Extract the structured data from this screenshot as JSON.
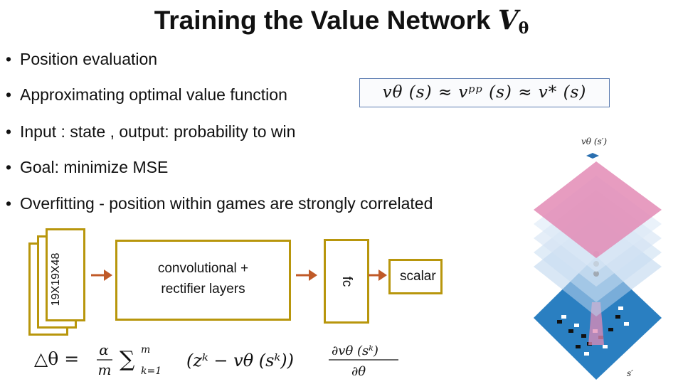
{
  "title": {
    "text": "Training the Value Network",
    "symbol": "V",
    "subscript": "θ"
  },
  "bullets": [
    "Position evaluation",
    "Approximating optimal value function",
    "Input : state , output: probability to win",
    "Goal: minimize MSE",
    "Overfitting  -  position within games are strongly correlated"
  ],
  "value_formula": "vθ (s) ≈ vᵖᵖ (s) ≈ v* (s)",
  "diagram": {
    "input_label": "19X19X48",
    "conv_line1": "convolutional +",
    "conv_line2": "rectifier layers",
    "fc_label": "fc",
    "output_label": "scalar"
  },
  "update_equation": {
    "lhs": "△θ =",
    "frac_num": "α",
    "frac_den": "m",
    "sum": "∑",
    "sum_top": "m",
    "sum_bottom": "k=1",
    "body": "(zᵏ − vθ (sᵏ))",
    "grad_num": "∂vθ (sᵏ)",
    "grad_den": "∂θ"
  },
  "network_figure": {
    "top_label": "vθ (s′)",
    "bottom_label": "s′"
  },
  "colors": {
    "box_border": "#b8960c",
    "arrow": "#c05a28",
    "formula_border": "#5a7bb0",
    "top_layer": "#e38bb5",
    "board": "#2a7fc1"
  }
}
